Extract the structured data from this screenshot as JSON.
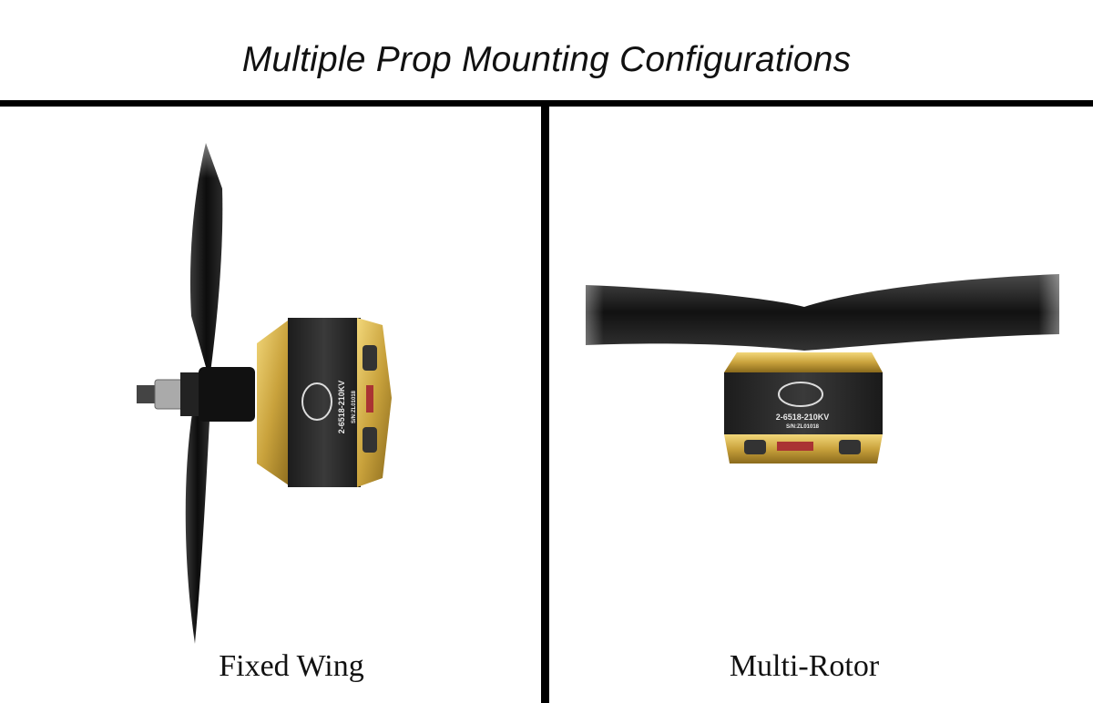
{
  "title": "Multiple Prop Mounting Configurations",
  "panels": [
    {
      "caption": "Fixed Wing",
      "motor_label": "2-6518-210KV",
      "serial_label": "S/N:ZL01018"
    },
    {
      "caption": "Multi-Rotor",
      "motor_label": "2-6518-210KV",
      "serial_label": "S/N:ZL01018"
    }
  ],
  "colors": {
    "divider": "#000000",
    "motor_gold": "#c9a23c",
    "motor_body": "#2a2a2a",
    "propeller": "#1a1a1a"
  },
  "icons": [
    "scorpion-logo-icon"
  ]
}
